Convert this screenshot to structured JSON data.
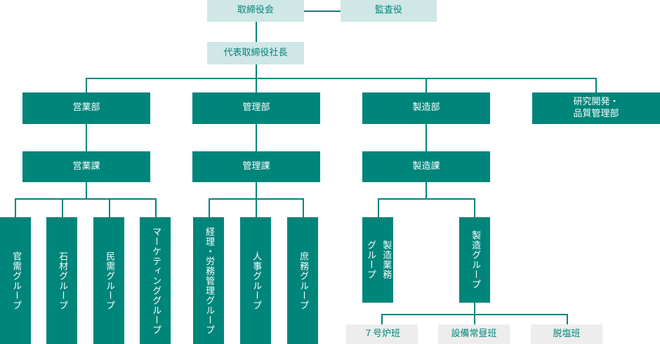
{
  "board": "取締役会",
  "auditor": "監査役",
  "president": "代表取締役社長",
  "departments": {
    "sales": "営業部",
    "admin": "管理部",
    "manufacturing": "製造部",
    "rnd_line1": "研究開発・",
    "rnd_line2": "品質管理部"
  },
  "sections": {
    "sales": "営業課",
    "admin": "管理課",
    "manufacturing": "製造課"
  },
  "groups": {
    "kan": "官需グループ",
    "sekizai": "石材グループ",
    "min": "民需グループ",
    "marketing": "マーケティンググループ",
    "keiri": "経理・労務管理グループ",
    "jinji": "人事グループ",
    "shomu": "庶務グループ",
    "seizou_gyomu_col1": "製造業務",
    "seizou_gyomu_col2": "グループ",
    "seizou": "製造グループ"
  },
  "teams": {
    "ro": "７号炉班",
    "setsubi": "設備常昼班",
    "datsuen": "脱塩班"
  }
}
